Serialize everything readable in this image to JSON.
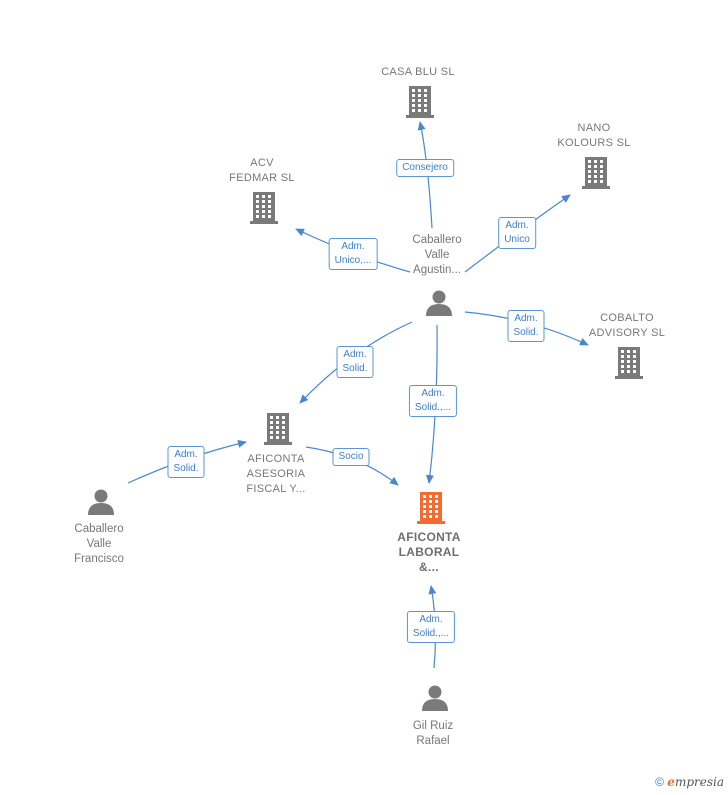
{
  "nodes": {
    "casa_blu": {
      "label": "CASA BLU  SL"
    },
    "nano_kolours": {
      "label": "NANO\nKOLOURS  SL"
    },
    "acv_fedmar": {
      "label": "ACV\nFEDMAR  SL"
    },
    "cobalto": {
      "label": "COBALTO\nADVISORY  SL"
    },
    "caballero_agustin": {
      "label": "Caballero\nValle\nAgustin..."
    },
    "aficonta_asesoria": {
      "label": "AFICONTA\nASESORIA\nFISCAL Y..."
    },
    "aficonta_laboral": {
      "label": "AFICONTA\nLABORAL\n&..."
    },
    "caballero_francisco": {
      "label": "Caballero\nValle\nFrancisco"
    },
    "gil_ruiz": {
      "label": "Gil Ruiz\nRafael"
    }
  },
  "edges": {
    "consejero": {
      "label": "Consejero"
    },
    "adm_unico_nano": {
      "label": "Adm.\nUnico"
    },
    "adm_unico_acv": {
      "label": "Adm.\nUnico,..."
    },
    "adm_solid_cobalto": {
      "label": "Adm.\nSolid."
    },
    "adm_solid_asesoria": {
      "label": "Adm.\nSolid."
    },
    "adm_solid_laboral": {
      "label": "Adm.\nSolid.,..."
    },
    "socio": {
      "label": "Socio"
    },
    "adm_solid_francisco": {
      "label": "Adm.\nSolid."
    },
    "adm_solid_gil": {
      "label": "Adm.\nSolid.,..."
    }
  },
  "colors": {
    "edge": "#4a86d1",
    "building": "#7a7a7a",
    "building_main": "#f26b32",
    "person": "#7a7a7a"
  },
  "footer": {
    "copyright": "©",
    "brand_e": "e",
    "brand_rest": "mpresia"
  }
}
